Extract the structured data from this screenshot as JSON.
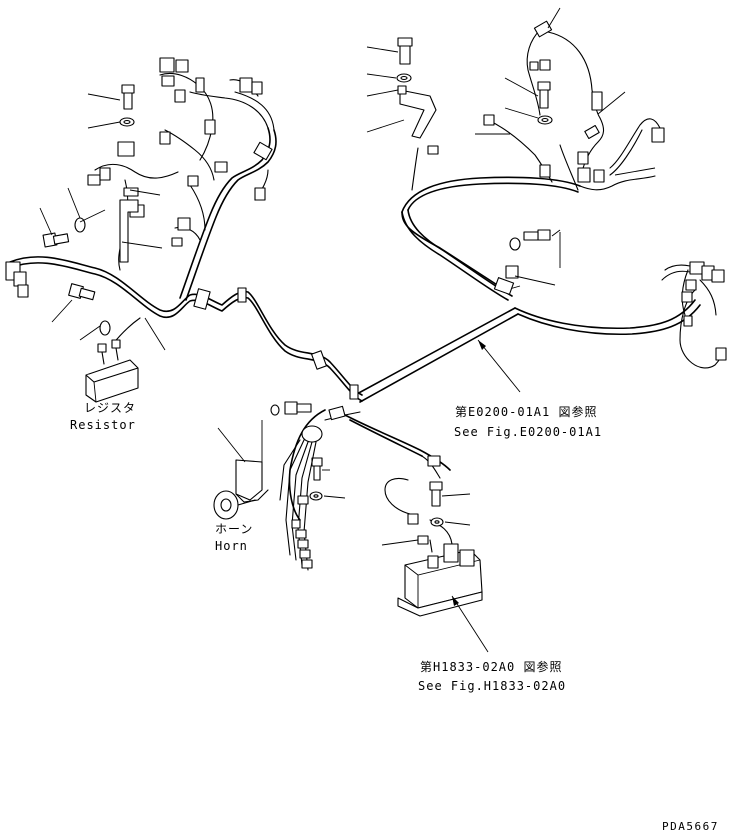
{
  "labels": {
    "resistor_jp": "レジスタ",
    "resistor_en": "Resistor",
    "horn_jp": "ホーン",
    "horn_en": "Horn",
    "ref1_jp": "第E0200-01A1 図参照",
    "ref1_en": "See Fig.E0200-01A1",
    "ref2_jp": "第H1833-02A0 図参照",
    "ref2_en": "See Fig.H1833-02A0",
    "drawing_no": "PDA5667"
  }
}
